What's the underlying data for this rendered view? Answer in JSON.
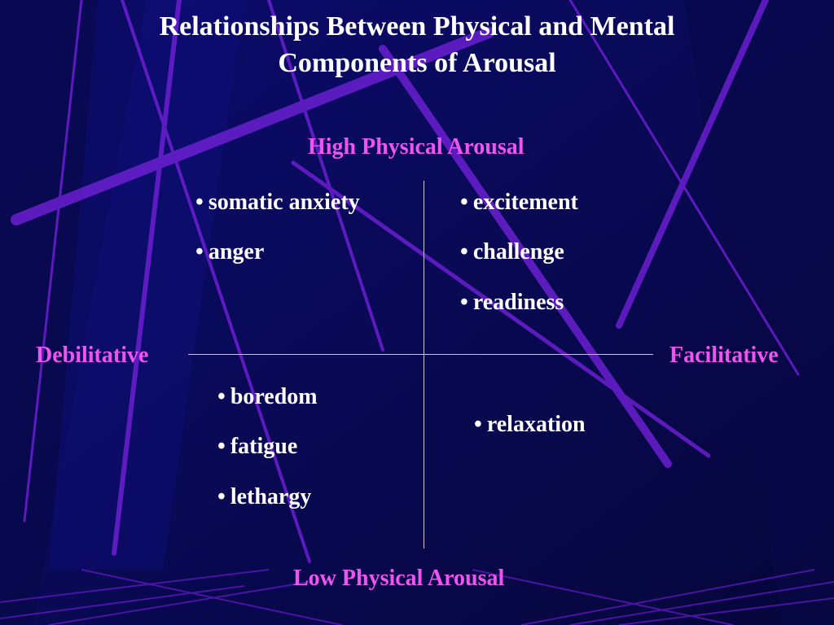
{
  "slide": {
    "title_line1": "Relationships Between Physical and Mental",
    "title_line2": "Components of Arousal"
  },
  "axes": {
    "top": "High Physical Arousal",
    "bottom": "Low Physical Arousal",
    "left": "Debilitative",
    "right": "Facilitative"
  },
  "quadrants": {
    "top_left": [
      "somatic anxiety",
      "anger"
    ],
    "top_right": [
      "excitement",
      "challenge",
      "readiness"
    ],
    "bottom_left": [
      "boredom",
      "fatigue",
      "lethargy"
    ],
    "bottom_right": [
      "relaxation"
    ]
  },
  "bullet_char": "•",
  "colors": {
    "background": "#0a0a55",
    "title": "#ffffff",
    "axis_label": "#ee55ee",
    "item": "#ffffff",
    "decor_stripes": "#7a22dd"
  }
}
